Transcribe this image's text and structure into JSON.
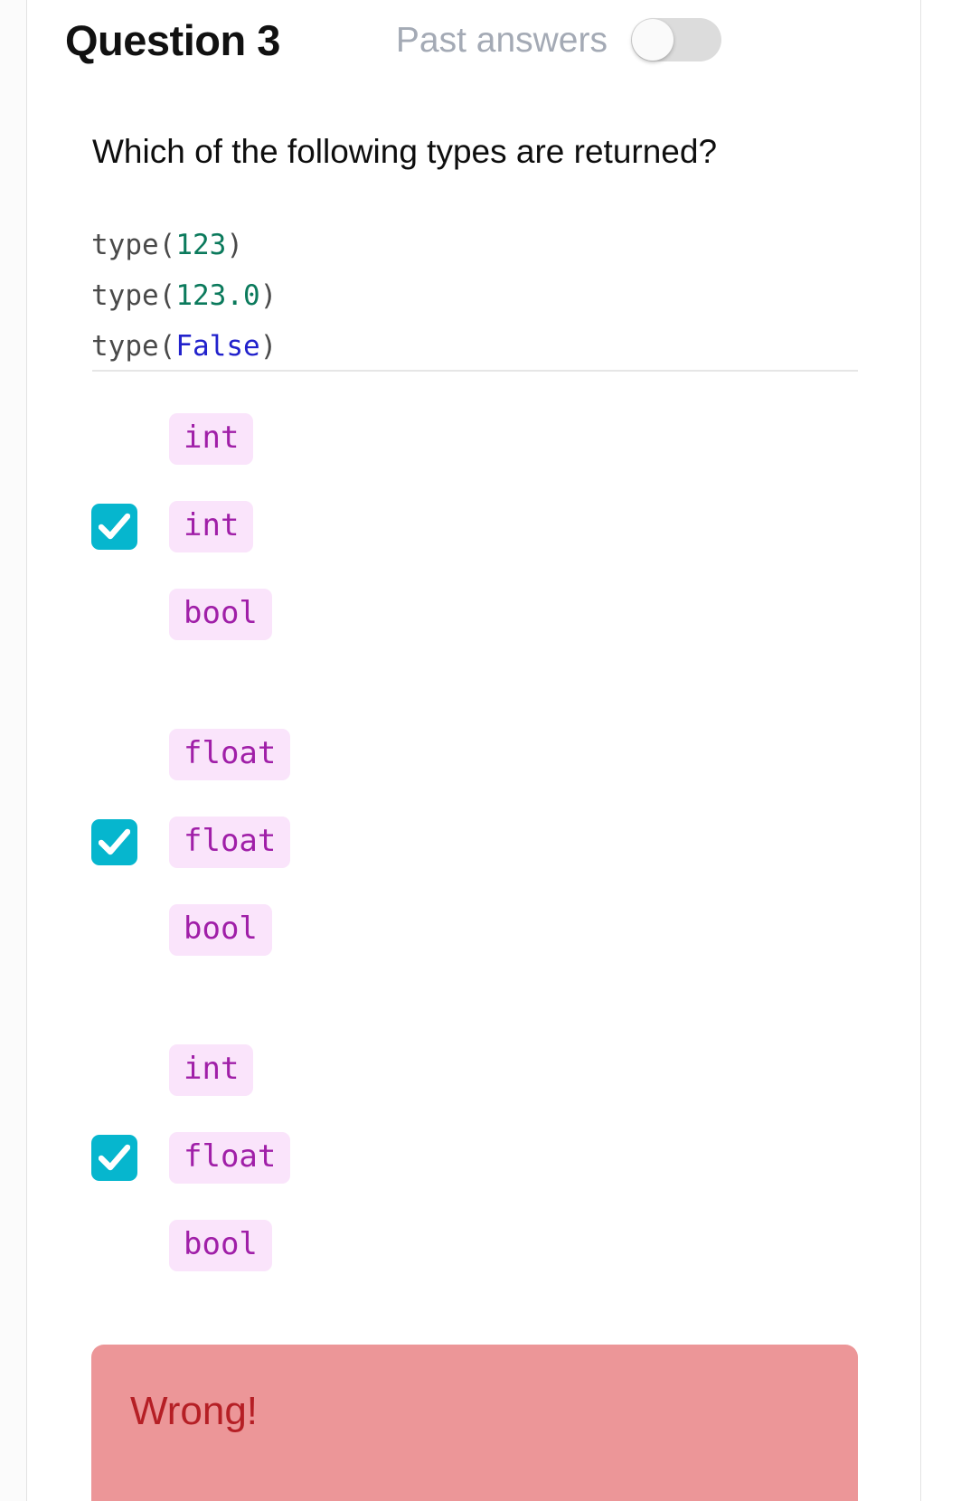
{
  "header": {
    "question_title": "Question 3",
    "past_answers_label": "Past answers",
    "toggle_state": "off"
  },
  "prompt": "Which of the following types are returned?",
  "code": {
    "lines": [
      {
        "prefix": "type(",
        "value": "123",
        "value_kind": "number",
        "suffix": ")"
      },
      {
        "prefix": "type(",
        "value": "123.0",
        "value_kind": "number",
        "suffix": ")"
      },
      {
        "prefix": "type(",
        "value": "False",
        "value_kind": "boolean",
        "suffix": ")"
      }
    ],
    "text": [
      "type(123)",
      "type(123.0)",
      "type(False)"
    ]
  },
  "options": {
    "groups": [
      {
        "name": "group-1",
        "rows": [
          {
            "label": "int",
            "checked": false
          },
          {
            "label": "int",
            "checked": true
          },
          {
            "label": "bool",
            "checked": false
          }
        ]
      },
      {
        "name": "group-2",
        "rows": [
          {
            "label": "float",
            "checked": false
          },
          {
            "label": "float",
            "checked": true
          },
          {
            "label": "bool",
            "checked": false
          }
        ]
      },
      {
        "name": "group-3",
        "rows": [
          {
            "label": "int",
            "checked": false
          },
          {
            "label": "float",
            "checked": true
          },
          {
            "label": "bool",
            "checked": false
          }
        ]
      }
    ]
  },
  "feedback": {
    "title": "Wrong!",
    "status": "wrong"
  },
  "colors": {
    "checkbox_checked": "#06b6ce",
    "pill_background": "#fae4fb",
    "pill_text": "#a01fa8",
    "code_number": "#0b7a5c",
    "code_boolean": "#2222cc",
    "code_plain": "#4a4a4a",
    "feedback_background": "#ec9698",
    "feedback_text": "#b51f25",
    "toggle_track": "#dcdcdc",
    "muted_text": "#a4aab5"
  },
  "scrollbar": {
    "orientation": "vertical",
    "position": "near-top"
  }
}
